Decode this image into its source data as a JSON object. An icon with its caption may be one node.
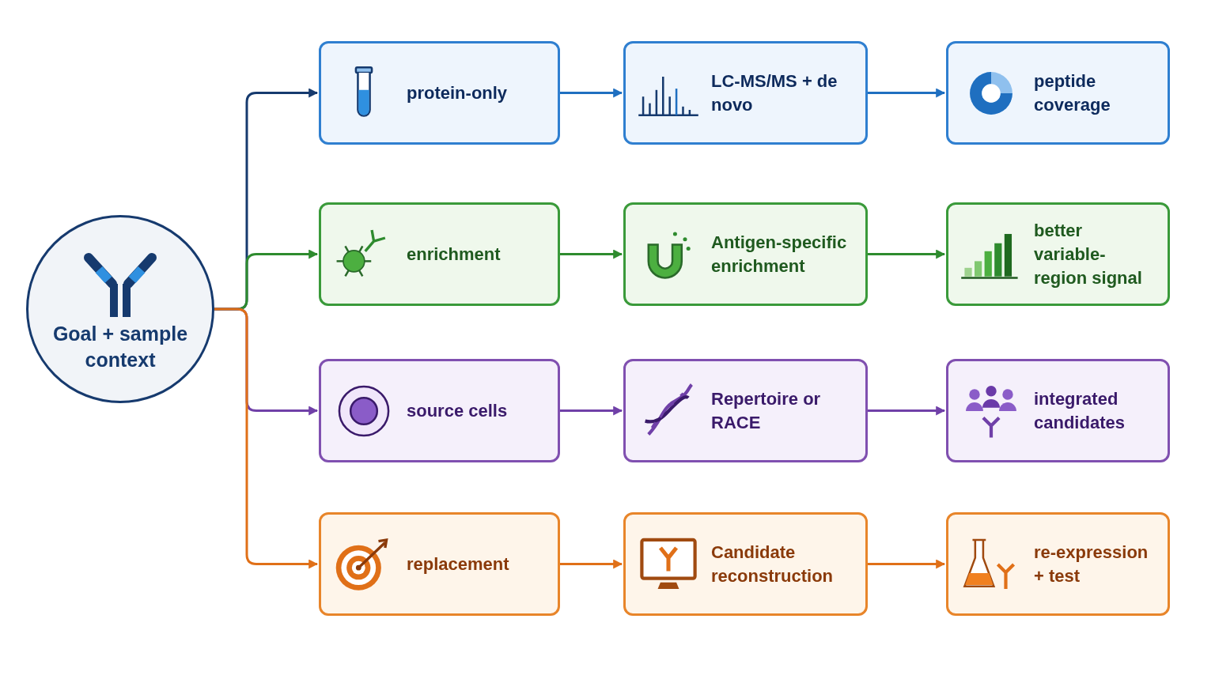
{
  "diagram": {
    "nodes": [
      {
        "text": [
          "Goal + sample context"
        ]
      },
      {
        "text": [
          "protein-only"
        ]
      },
      {
        "text": [
          "LC-MS/MS + de novo"
        ]
      },
      {
        "text": [
          "peptide coverage"
        ]
      },
      {
        "text": [
          "enrichment"
        ]
      },
      {
        "text": [
          "Antigen-specific enrichment"
        ]
      },
      {
        "text": [
          "better variable-region signal"
        ]
      },
      {
        "text": [
          "source cells"
        ]
      },
      {
        "text": [
          "Repertoire or RACE"
        ]
      },
      {
        "text": [
          "integrated candidates"
        ]
      },
      {
        "text": [
          "replacement"
        ]
      },
      {
        "text": [
          "Candidate reconstruction"
        ]
      },
      {
        "text": [
          "re-expression + test"
        ]
      }
    ],
    "edges": [
      {
        "from": 0,
        "to": 1,
        "arrow": "to",
        "color": "#163a6e"
      },
      {
        "from": 0,
        "to": 4,
        "arrow": "to",
        "color": "#2e8b2e"
      },
      {
        "from": 0,
        "to": 7,
        "arrow": "to",
        "color": "#7040a8"
      },
      {
        "from": 0,
        "to": 10,
        "arrow": "to",
        "color": "#e07018"
      },
      {
        "from": 1,
        "to": 2,
        "arrow": "to",
        "color": "#1f6fc0"
      },
      {
        "from": 2,
        "to": 3,
        "arrow": "to",
        "color": "#1f6fc0"
      },
      {
        "from": 4,
        "to": 5,
        "arrow": "to",
        "color": "#2e8b2e"
      },
      {
        "from": 5,
        "to": 6,
        "arrow": "to",
        "color": "#2e8b2e"
      },
      {
        "from": 7,
        "to": 8,
        "arrow": "to",
        "color": "#7040a8"
      },
      {
        "from": 8,
        "to": 9,
        "arrow": "to",
        "color": "#7040a8"
      },
      {
        "from": 10,
        "to": 11,
        "arrow": "to",
        "color": "#e07018"
      },
      {
        "from": 11,
        "to": 12,
        "arrow": "to",
        "color": "#e07018"
      }
    ]
  }
}
